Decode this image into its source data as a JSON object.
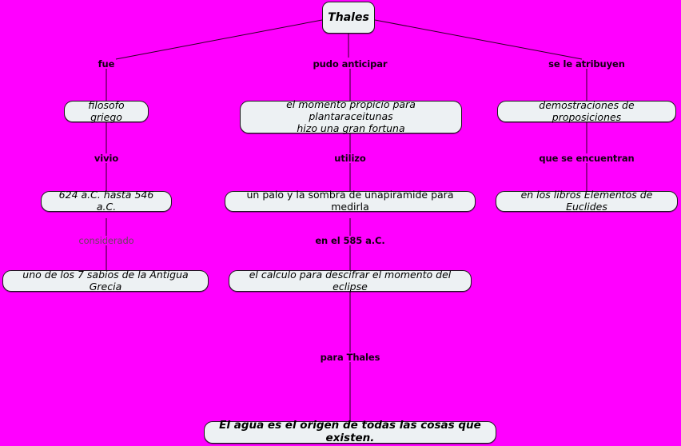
{
  "diagram": {
    "title": "Thales concept map",
    "background_color": "#FF00FF",
    "node_fill_color": "#EDF1F3",
    "node_border_color": "#1A1A1A",
    "label_color": "#120010",
    "muted_label_color": "#6B4060"
  },
  "nodes": {
    "root": "Thales",
    "filosofo": "filosofo griego",
    "momento_line1": "el momento propicio para plantaraceitunas",
    "momento_line2": "hizo una gran fortuna",
    "demostraciones": "demostraciones de proposiciones",
    "fechas": "624 a.C. hasta 546 a.C.",
    "palo": "un palo y la sombra de unapiramide para medirla",
    "libros": "en los libros Elementos de Euclides",
    "sabios": "uno de los 7 sabios de la Antigua Grecia",
    "calculo": "el calculo para descifrar el momento del eclipse",
    "agua": "El agua es el origen de todas las cosas que existen."
  },
  "link_labels": {
    "fue": "fue",
    "pudo_anticipar": "pudo anticipar",
    "se_le_atribuyen": "se le atribuyen",
    "vivio": "vivio",
    "utilizo": "utilizo",
    "que_se_encuentran": "que se encuentran",
    "considerado": "considerado",
    "en_el_585": "en el 585 a.C.",
    "para_thales": "para Thales"
  }
}
